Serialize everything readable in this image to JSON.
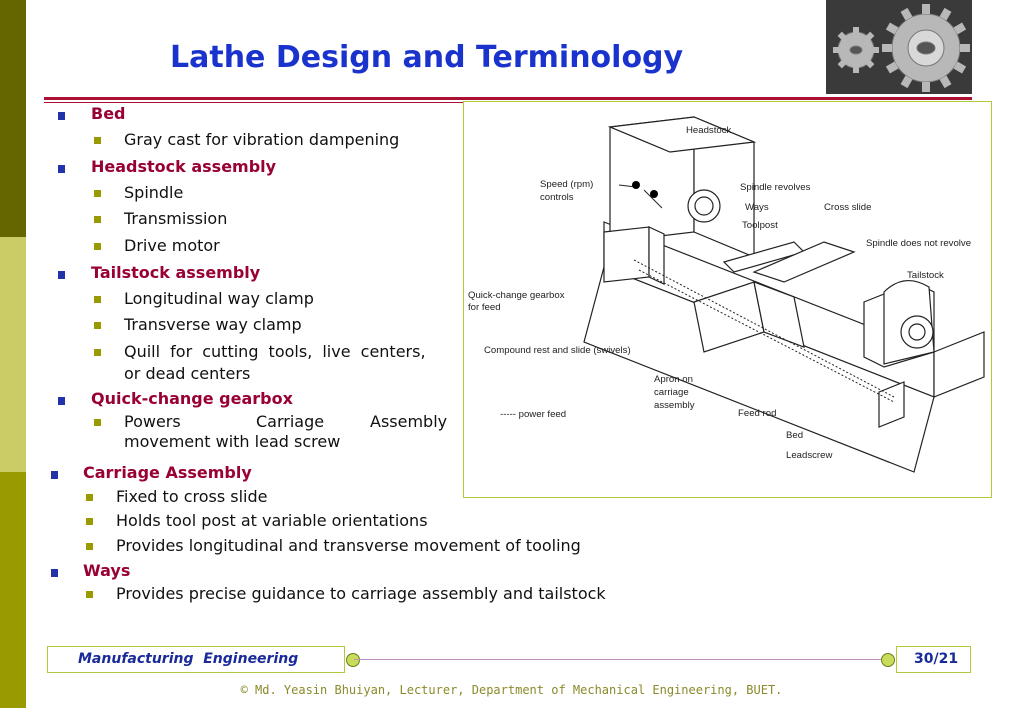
{
  "title": "Lathe Design and Terminology",
  "sections": [
    {
      "heading": "Bed",
      "items": [
        "Gray cast for vibration dampening"
      ]
    },
    {
      "heading": "Headstock assembly",
      "items": [
        "Spindle",
        "Transmission",
        "Drive motor"
      ]
    },
    {
      "heading": "Tailstock assembly",
      "items": [
        "Longitudinal way clamp",
        "Transverse way clamp",
        "Quill for cutting tools, live centers,",
        "or dead centers"
      ]
    },
    {
      "heading": "Quick-change gearbox",
      "items": [
        "Powers",
        "Carriage",
        "Assembly",
        "movement with lead screw"
      ]
    },
    {
      "heading": "Carriage Assembly",
      "items": [
        "Fixed to cross slide",
        "Holds tool post at variable orientations",
        "Provides longitudinal and transverse movement of tooling"
      ]
    },
    {
      "heading": "Ways",
      "items": [
        "Provides precise guidance to carriage assembly and tailstock"
      ]
    }
  ],
  "figure_labels": {
    "headstock": "Headstock",
    "speed": "Speed (rpm)",
    "controls": "controls",
    "spindle_revolves": "Spindle revolves",
    "ways": "Ways",
    "cross_slide": "Cross slide",
    "toolpost": "Toolpost",
    "spindle_not": "Spindle does not revolve",
    "tailstock": "Tailstock",
    "qcg1": "Quick-change gearbox",
    "qcg2": "for feed",
    "compound": "Compound rest and slide (swivels)",
    "apron1": "Apron on",
    "apron2": "carriage",
    "apron3": "assembly",
    "power_feed": "----- power feed",
    "feed_rod": "Feed rod",
    "bed": "Bed",
    "leadscrew": "Leadscrew"
  },
  "footer": {
    "course": "Manufacturing  Engineering",
    "page": "30/21",
    "copyright": "© Md. Yeasin Bhuiyan, Lecturer, Department of Mechanical Engineering, BUET."
  }
}
